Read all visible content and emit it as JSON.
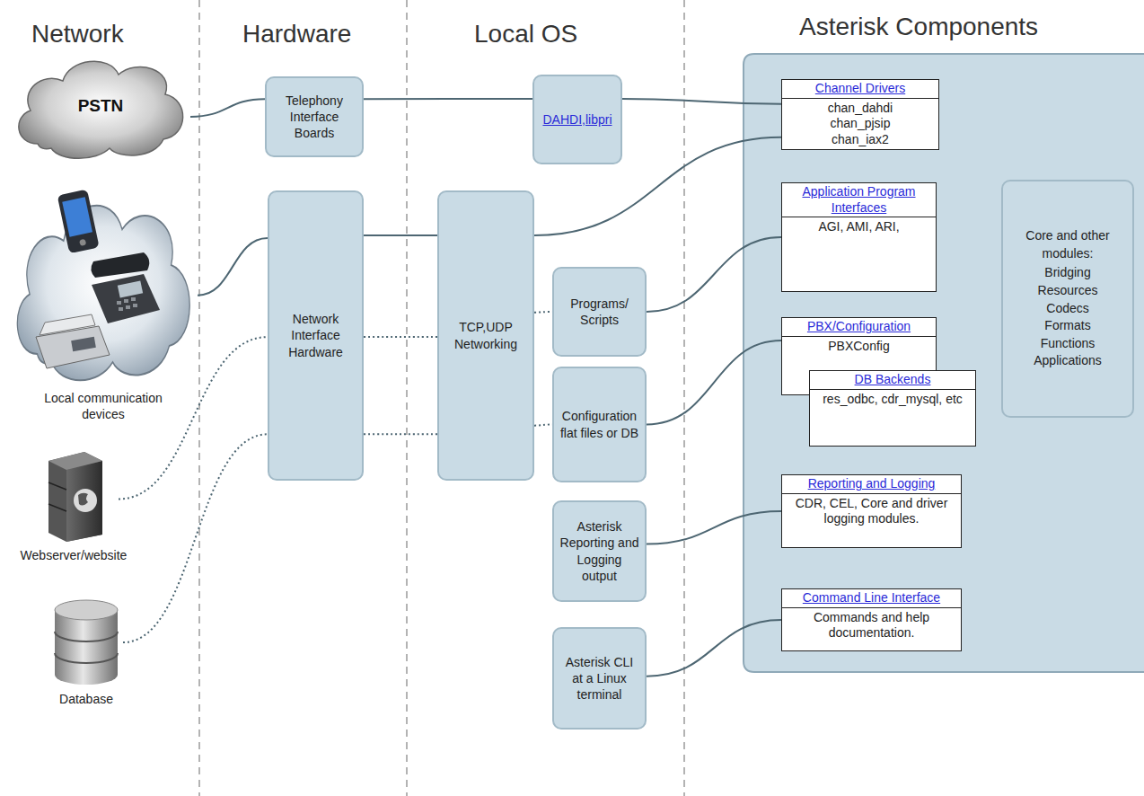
{
  "diagram": {
    "nodes": [
      {
        "text": [
          "PSTN"
        ]
      },
      {
        "text": [
          "Telephony Interface Boards"
        ]
      },
      {
        "text": [
          "DAHDI,libpri"
        ]
      },
      {
        "text": [
          "Asterisk Components"
        ]
      },
      {
        "text": [
          "Channel Drivers",
          "chan_dahdi chan_pjsip chan_iax2"
        ],
        "in": 3
      },
      {
        "text": [
          "Local communication devices"
        ]
      },
      {
        "text": [
          "Network Interface Hardware"
        ]
      },
      {
        "text": [
          "TCP,UDP Networking"
        ]
      },
      {
        "text": [
          "Application Program Interfaces",
          "AGI, AMI, ARI,"
        ],
        "in": 3
      },
      {
        "text": [
          "Core and other modules:",
          "Bridging Resources Codecs Formats Functions Applications"
        ],
        "in": 3
      },
      {
        "text": [
          "Programs/ Scripts"
        ]
      },
      {
        "text": [
          "Configuration flat files or DB"
        ]
      },
      {
        "text": [
          "PBX/Configuration",
          "PBXConfig"
        ],
        "in": 3
      },
      {
        "text": [
          "DB Backends",
          "res_odbc, cdr_mysql, etc"
        ],
        "in": 3
      },
      {
        "text": [
          "Webserver/website"
        ]
      },
      {
        "text": [
          "Asterisk Reporting and Logging output"
        ]
      },
      {
        "text": [
          "Reporting and Logging",
          "CDR, CEL, Core and driver logging modules."
        ],
        "in": 3
      },
      {
        "text": [
          "Database"
        ]
      },
      {
        "text": [
          "Asterisk CLI at a Linux terminal"
        ]
      },
      {
        "text": [
          "Command Line Interface",
          "Commands and help documentation."
        ],
        "in": 3
      }
    ],
    "edges": [
      {
        "from": 0,
        "to": 1,
        "arrow": "none"
      },
      {
        "from": 1,
        "to": 2,
        "arrow": "none"
      },
      {
        "from": 2,
        "to": 4,
        "arrow": "none"
      },
      {
        "from": 5,
        "to": 6,
        "arrow": "none"
      },
      {
        "from": 6,
        "to": 7,
        "arrow": "none"
      },
      {
        "from": 7,
        "to": 4,
        "arrow": "none"
      },
      {
        "from": 14,
        "to": 6,
        "arrow": "none"
      },
      {
        "from": 17,
        "to": 6,
        "arrow": "none"
      },
      {
        "from": 6,
        "to": 7,
        "arrow": "none"
      },
      {
        "from": 6,
        "to": 7,
        "arrow": "none"
      },
      {
        "from": 7,
        "to": 10,
        "arrow": "none"
      },
      {
        "from": 7,
        "to": 11,
        "arrow": "none"
      },
      {
        "from": 10,
        "to": 8,
        "arrow": "none"
      },
      {
        "from": 11,
        "to": 12,
        "arrow": "none"
      },
      {
        "from": 15,
        "to": 16,
        "arrow": "none"
      },
      {
        "from": 18,
        "to": 19,
        "arrow": "none"
      }
    ],
    "labels": [
      "Network",
      "Hardware",
      "Local OS"
    ]
  }
}
